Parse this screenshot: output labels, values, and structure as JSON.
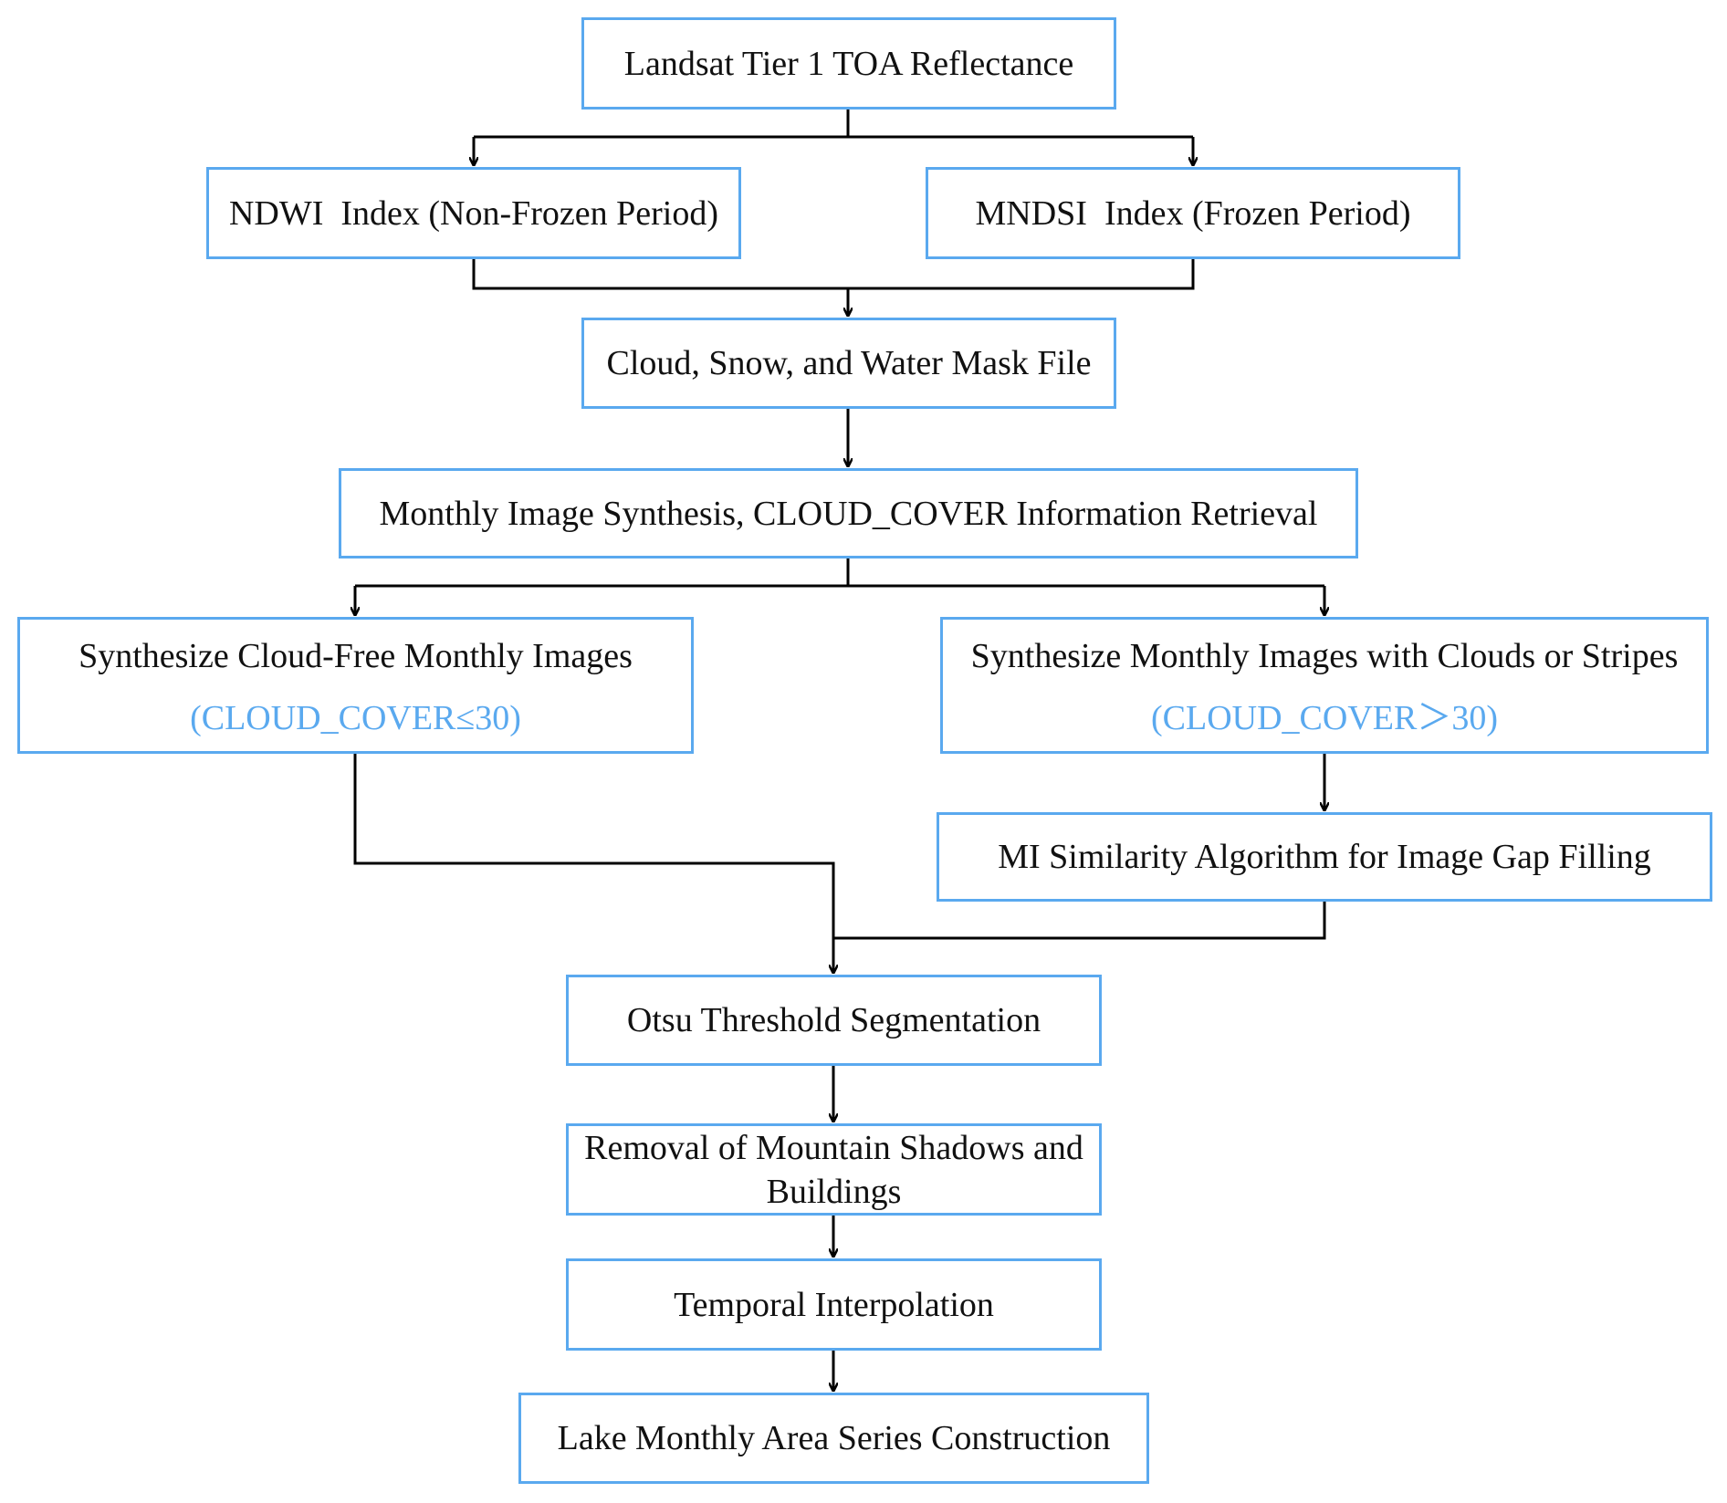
{
  "nodes": {
    "landsat": {
      "label": "Landsat Tier 1 TOA Reflectance"
    },
    "ndwi": {
      "label": "NDWI  Index (Non-Frozen Period)"
    },
    "mndsi": {
      "label": "MNDSI  Index (Frozen Period)"
    },
    "mask": {
      "label": "Cloud, Snow, and Water Mask File"
    },
    "monthly_synthesis": {
      "label": "Monthly Image Synthesis, CLOUD_COVER Information Retrieval"
    },
    "cloud_free": {
      "label": "Synthesize Cloud-Free Monthly Images",
      "condition": "(CLOUD_COVER≤30)"
    },
    "with_clouds": {
      "label": "Synthesize Monthly Images with Clouds or Stripes",
      "condition": "(CLOUD_COVER＞30)"
    },
    "mi_similarity": {
      "label": "MI Similarity Algorithm for Image Gap Filling"
    },
    "otsu": {
      "label": "Otsu Threshold Segmentation"
    },
    "removal": {
      "label": "Removal of Mountain Shadows and Buildings"
    },
    "temporal": {
      "label": "Temporal Interpolation"
    },
    "lake_series": {
      "label": "Lake Monthly Area Series Construction"
    }
  },
  "colors": {
    "box_border": "#5aa9ef",
    "condition_text": "#5aa9ef",
    "text": "#111111",
    "connector": "#000000"
  }
}
